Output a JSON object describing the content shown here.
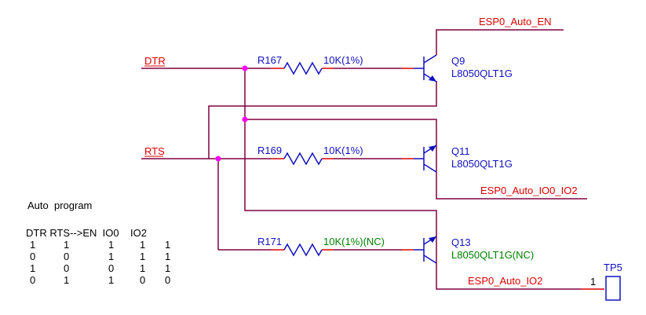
{
  "nets": {
    "dtr": "DTR",
    "rts": "RTS",
    "auto_en": "ESP0_Auto_EN",
    "auto_io0_io2": "ESP0_Auto_IO0_IO2",
    "auto_io2": "ESP0_Auto_IO2"
  },
  "resistors": [
    {
      "ref": "R167",
      "value": "10K(1%)"
    },
    {
      "ref": "R169",
      "value": "10K(1%)"
    },
    {
      "ref": "R171",
      "value": "10K(1%)(NC)"
    }
  ],
  "transistors": [
    {
      "ref": "Q9",
      "part": "L8050QLT1G"
    },
    {
      "ref": "Q11",
      "part": "L8050QLT1G"
    },
    {
      "ref": "Q13",
      "part": "L8050QLT1G(NC)"
    }
  ],
  "testpoint": {
    "ref": "TP5",
    "pin": "1"
  },
  "colors": {
    "wire": "#800040",
    "net": "#e00000",
    "component": "#1010c0",
    "nc_value": "#008000",
    "junction": "#ff00ff"
  },
  "table": {
    "title": "Auto  program",
    "headers": [
      "DTR",
      "RTS-->EN",
      "IO0",
      "IO2"
    ],
    "header_line": "DTR RTS-->EN  IO0    IO2",
    "rows": [
      [
        "1",
        "1",
        "1",
        "1",
        "1"
      ],
      [
        "0",
        "0",
        "1",
        "1",
        "1"
      ],
      [
        "1",
        "0",
        "0",
        "1",
        "1"
      ],
      [
        "0",
        "1",
        "1",
        "0",
        "0"
      ]
    ]
  }
}
